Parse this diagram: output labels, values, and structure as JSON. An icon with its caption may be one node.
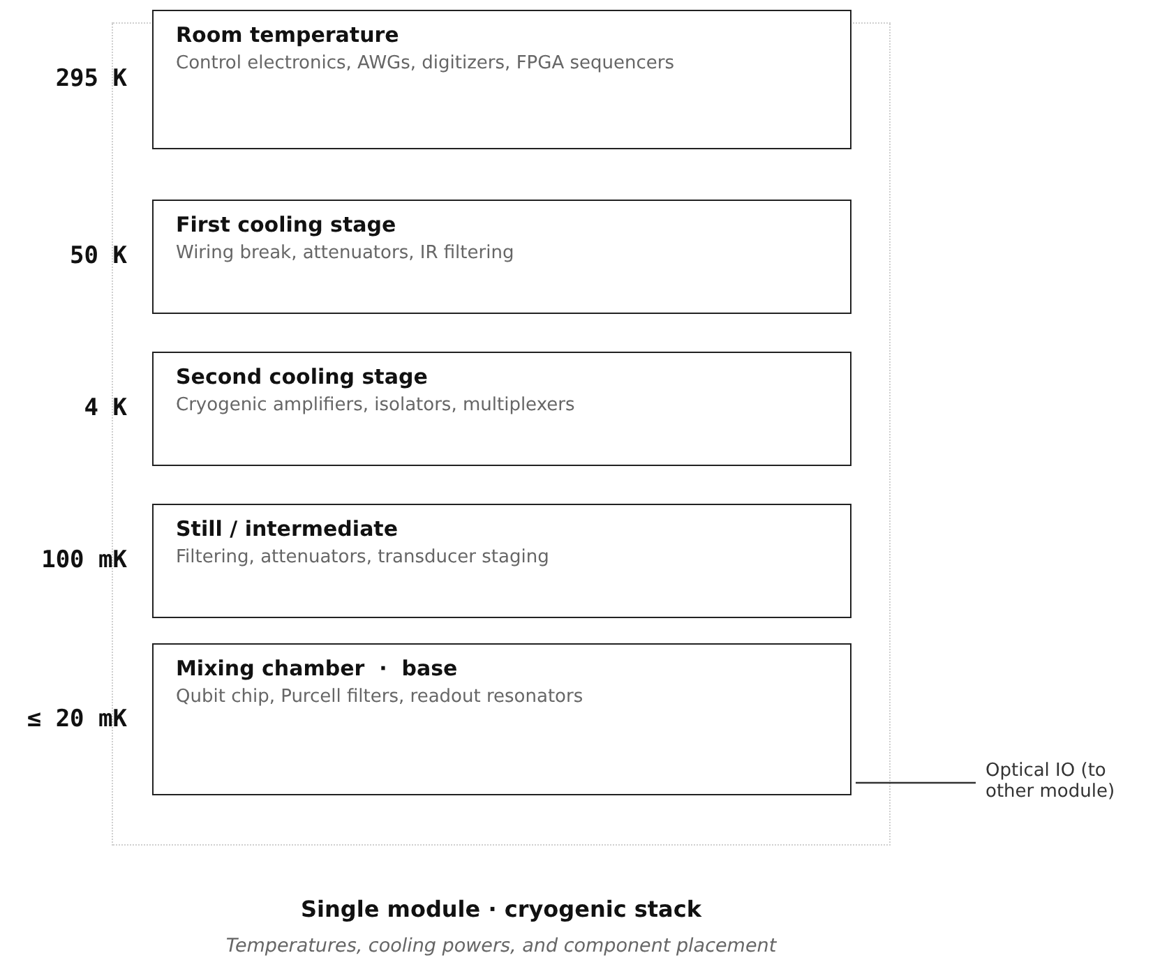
{
  "diagram": {
    "title": "Single module · cryogenic stack",
    "caption": "Temperatures, cooling powers, and component placement",
    "nodes": [
      {
        "text": [
          "Room temperature",
          "Control electronics, AWGs, digitizers, FPGA sequencers"
        ],
        "beside": [
          "295 K"
        ]
      },
      {
        "text": [
          "First cooling stage",
          "Wiring break, attenuators, IR filtering"
        ],
        "beside": [
          "50 K"
        ]
      },
      {
        "text": [
          "Second cooling stage",
          "Cryogenic amplifiers, isolators, multiplexers"
        ],
        "beside": [
          "4 K"
        ]
      },
      {
        "text": [
          "Still / intermediate",
          "Filtering, attenuators, transducer staging"
        ],
        "beside": [
          "100 mK"
        ]
      },
      {
        "text": [
          "Mixing chamber  ·  base",
          "Qubit chip, Purcell filters, readout resonators"
        ],
        "beside": [
          "≤ 20 mK"
        ]
      },
      {
        "text": [
          "Optical IO (to other module)"
        ]
      }
    ],
    "edges": [
      {
        "from": 5,
        "to": 4,
        "arrow": "none"
      }
    ]
  }
}
